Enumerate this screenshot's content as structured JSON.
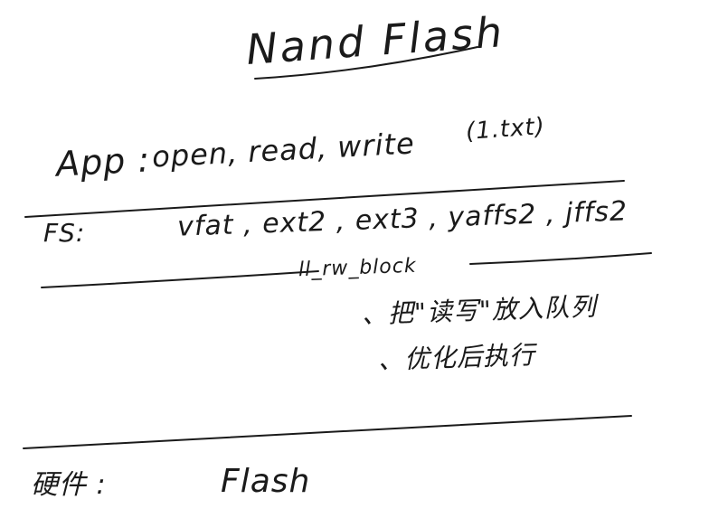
{
  "title": "Nand Flash",
  "layers": {
    "app": {
      "label": "App :",
      "operations": "open, read, write",
      "note": "(1.txt)"
    },
    "fs": {
      "label": "FS:",
      "types": "vfat , ext2 , ext3 , yaffs2 , jffs2",
      "function": "ll_rw_block"
    },
    "notes": {
      "item_1": "、把\"读写\"放入队列",
      "item_2": "、优化后执行"
    },
    "hardware": {
      "label": "硬件 :",
      "value": "Flash"
    }
  }
}
